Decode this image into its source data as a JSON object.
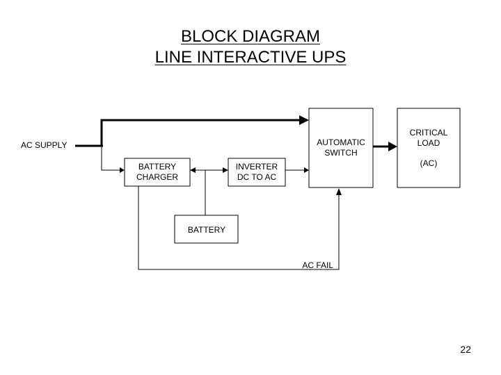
{
  "title": {
    "line1": "BLOCK DIAGRAM",
    "line2": "LINE INTERACTIVE UPS"
  },
  "labels": {
    "ac_supply": "AC SUPPLY",
    "battery_charger": [
      "BATTERY",
      "CHARGER"
    ],
    "inverter": [
      "INVERTER",
      "DC TO AC"
    ],
    "automatic_switch": [
      "AUTOMATIC",
      "SWITCH"
    ],
    "critical_load": [
      "CRITICAL",
      "LOAD",
      "(AC)"
    ],
    "battery": "BATTERY",
    "ac_fail": "AC FAIL"
  },
  "page_number": "22"
}
